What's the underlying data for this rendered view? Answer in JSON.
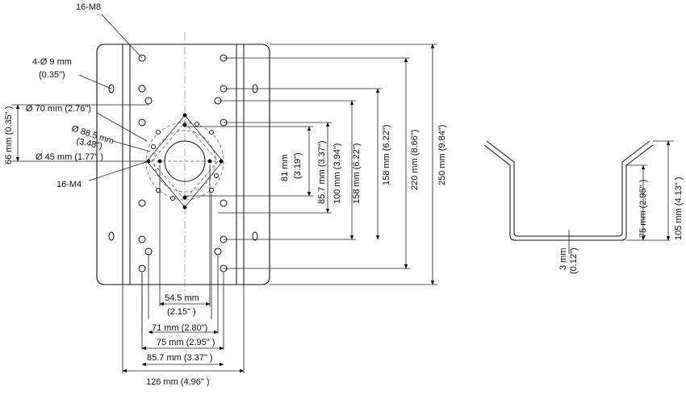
{
  "labels": {
    "m8": "16-M8",
    "hole9": "4-Ø 9 mm",
    "hole9_in": "(0.35\")",
    "d70": "Ø 70 mm (2.76\")",
    "d88": "Ø 88.5 mm",
    "d88_in": "(3.48\")",
    "d45": "Ø 45 mm (1.77\" )",
    "m4": "16-M4",
    "h66": "66 mm (0.35\" )",
    "h81": "81 mm",
    "h81_in": "(3.19\")",
    "h857": "85.7 mm (3.37\")",
    "h100": "100 mm (3.94\")",
    "h158a": "158 mm (6.22\")",
    "h158b": "158 mm (6.22\")",
    "h220": "220 mm (8.66\")",
    "h250": "250 mm (9.84\")",
    "w545": "54.5 mm",
    "w545_in": "(2.15\" )",
    "w71": "71 mm (2.80\")",
    "w75": "75 mm (2.95\" )",
    "w857": "85.7 mm (3.37\" )",
    "w126": "126 mm (4.96\" )",
    "t3": "3 mm",
    "t3_in": "(0.12\")",
    "s75": "75 mm (2.95\" )",
    "s105": "105 mm (4.13\" )"
  }
}
